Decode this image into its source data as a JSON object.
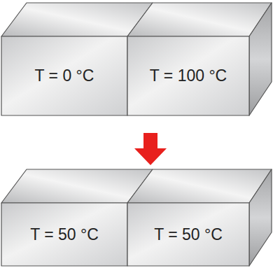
{
  "diagram": {
    "nodes": [
      {
        "text": [
          "T = 0 °C"
        ]
      },
      {
        "text": [
          "T = 100 °C"
        ]
      },
      {
        "text": [
          "T = 50 °C"
        ]
      },
      {
        "text": [
          "T = 50 °C"
        ]
      }
    ]
  }
}
